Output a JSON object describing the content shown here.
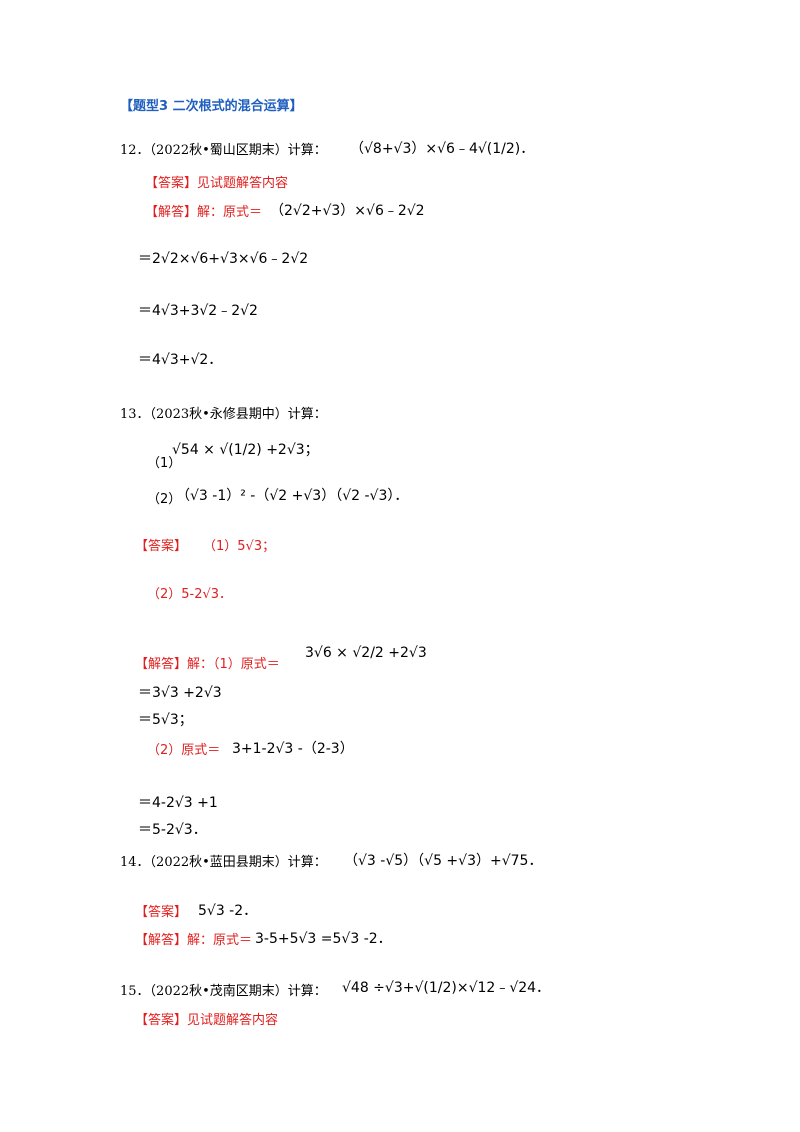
{
  "section_title": "【题型3 二次根式的混合运算】",
  "q12": {
    "prompt": "12．（2022秋•蜀山区期末）计算：",
    "expr": "（√8+√3）×√6﹣4√(1/2)．",
    "answer": "【答案】见试题解答内容",
    "solution_label": "【解答】解：原式＝",
    "solution_expr": "（2√2+√3）×√6﹣2√2",
    "step1": "＝2√2×√6+√3×√6﹣2√2",
    "step2": "＝4√3+3√2﹣2√2",
    "step3": "＝4√3+√2．"
  },
  "q13": {
    "prompt": "13．（2023秋•永修县期中）计算：",
    "part1_label": "（1）",
    "part1_expr": "√54 × √(1/2) +2√3；",
    "part2_label": "（2）",
    "part2_expr": "（√3 -1）² -（√2 +√3）（√2 -√3）．",
    "answer_label": "【答案】",
    "answer1": "（1）5√3；",
    "answer2": "（2）5-2√3．",
    "solution_label": "【解答】解：（1）原式＝",
    "solution_expr": "3√6 × √2/2 +2√3",
    "s1": "＝3√3 +2√3",
    "s2": "＝5√3；",
    "s3_label": "（2）原式＝",
    "s3_expr": "3+1-2√3 -（2-3）",
    "s4": "＝4-2√3 +1",
    "s5": "＝5-2√3．"
  },
  "q14": {
    "prompt": "14．（2022秋•蓝田县期末）计算：",
    "expr": "（√3 -√5）（√5 +√3）+√75．",
    "answer_label": "【答案】",
    "answer_expr": "5√3 -2．",
    "solution_label": "【解答】解：原式＝",
    "solution_expr": "3-5+5√3 =5√3 -2．"
  },
  "q15": {
    "prompt": "15．（2022秋•茂南区期末）计算：",
    "expr": "√48 ÷√3+√(1/2)×√12﹣√24．",
    "answer": "【答案】见试题解答内容"
  }
}
